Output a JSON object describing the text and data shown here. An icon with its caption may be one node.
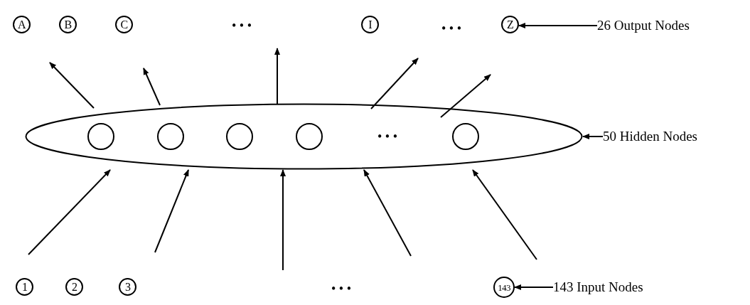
{
  "diagram": {
    "nodes": [
      {
        "text": [
          "A"
        ]
      },
      {
        "text": [
          "B"
        ]
      },
      {
        "text": [
          "C"
        ]
      },
      {
        "text": [
          "I"
        ]
      },
      {
        "text": [
          "Z"
        ]
      },
      {
        "text": [
          "26 Output Nodes"
        ]
      },
      {
        "text": [],
        "shape": "ellipse"
      },
      {
        "text": [],
        "shape": "circle",
        "in": 6
      },
      {
        "text": [],
        "shape": "circle",
        "in": 6
      },
      {
        "text": [],
        "shape": "circle",
        "in": 6
      },
      {
        "text": [],
        "shape": "circle",
        "in": 6
      },
      {
        "text": [],
        "shape": "circle",
        "in": 6
      },
      {
        "text": [
          "50 Hidden Nodes"
        ]
      },
      {
        "text": [
          "1"
        ]
      },
      {
        "text": [
          "2"
        ]
      },
      {
        "text": [
          "3"
        ]
      },
      {
        "text": [
          "143"
        ]
      },
      {
        "text": [
          "143 Input Nodes"
        ]
      }
    ],
    "edges": [
      {
        "from": 5,
        "to": 4,
        "arrow": "to"
      },
      {
        "from": 12,
        "to": 6,
        "arrow": "to"
      },
      {
        "from": 17,
        "to": 16,
        "arrow": "to"
      },
      {
        "from": 6,
        "to": null,
        "arrow": "to"
      },
      {
        "from": 6,
        "to": null,
        "arrow": "to"
      },
      {
        "from": 6,
        "to": null,
        "arrow": "to"
      },
      {
        "from": 6,
        "to": null,
        "arrow": "to"
      },
      {
        "from": 6,
        "to": null,
        "arrow": "to"
      },
      {
        "from": null,
        "to": 6,
        "arrow": "to"
      },
      {
        "from": null,
        "to": 6,
        "arrow": "to"
      },
      {
        "from": null,
        "to": 6,
        "arrow": "to"
      },
      {
        "from": null,
        "to": 6,
        "arrow": "to"
      },
      {
        "from": null,
        "to": 6,
        "arrow": "to"
      }
    ],
    "labels": [
      "• • •",
      "• • •",
      "• • •",
      "• • •"
    ]
  }
}
